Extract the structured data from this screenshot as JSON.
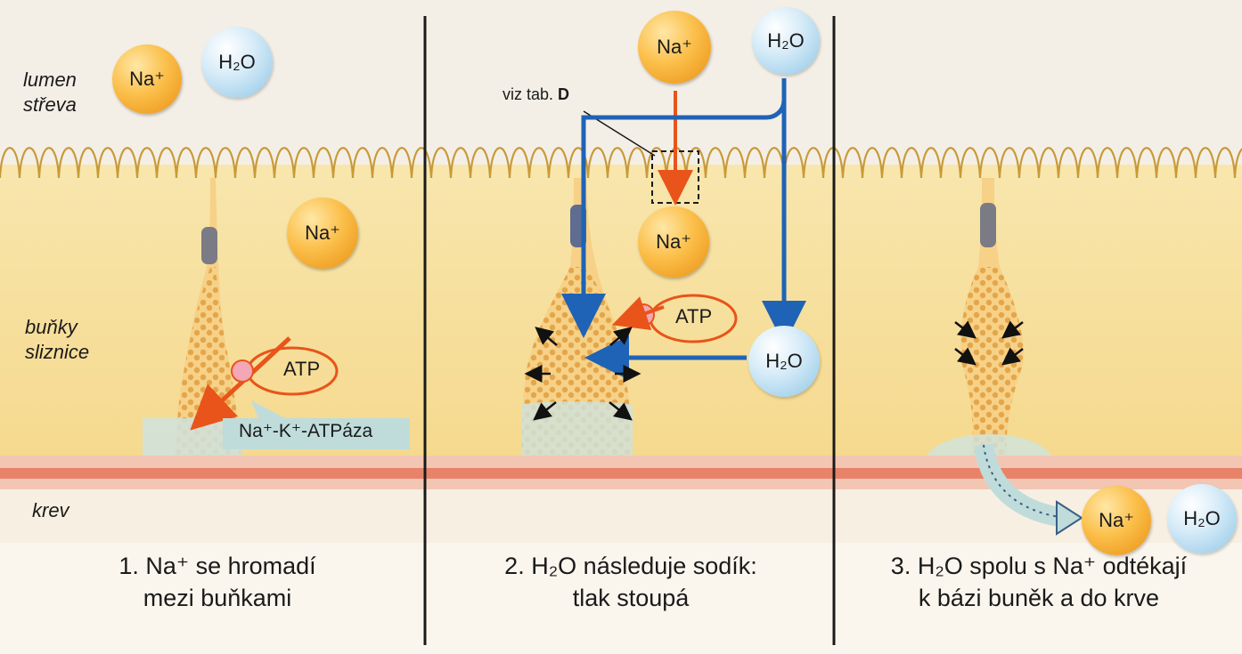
{
  "panels": {
    "p1": {
      "caption_line1": "1. Na⁺ se hromadí",
      "caption_line2": "mezi buňkami"
    },
    "p2": {
      "caption_line1": "2. H₂O následuje sodík:",
      "caption_line2": "tlak stoupá",
      "reference_prefix": "viz tab.",
      "reference_letter": "D"
    },
    "p3": {
      "caption_line1": "3. H₂O spolu s Na⁺ odtékají",
      "caption_line2": "k bázi buněk a do krve"
    }
  },
  "labels": {
    "lumen_line1": "lumen",
    "lumen_line2": "střeva",
    "cells_line1": "buňky",
    "cells_line2": "sliznice",
    "blood": "krev"
  },
  "ions": {
    "na": "Na⁺",
    "water": "H₂O",
    "atp": "ATP",
    "pump": "Na⁺-K⁺-ATPáza"
  },
  "colors": {
    "cell": "#f7e0a0",
    "intercellular_fluid": "#cfe3df",
    "blood_band": "#e8836a",
    "water_arrow": "#1f63b6",
    "sodium_arrow": "#e8541a",
    "divider": "#1a1a1a"
  },
  "icons": [
    "sodium-ion",
    "water-molecule",
    "atp-burst",
    "arrow-right",
    "arrow-down"
  ]
}
